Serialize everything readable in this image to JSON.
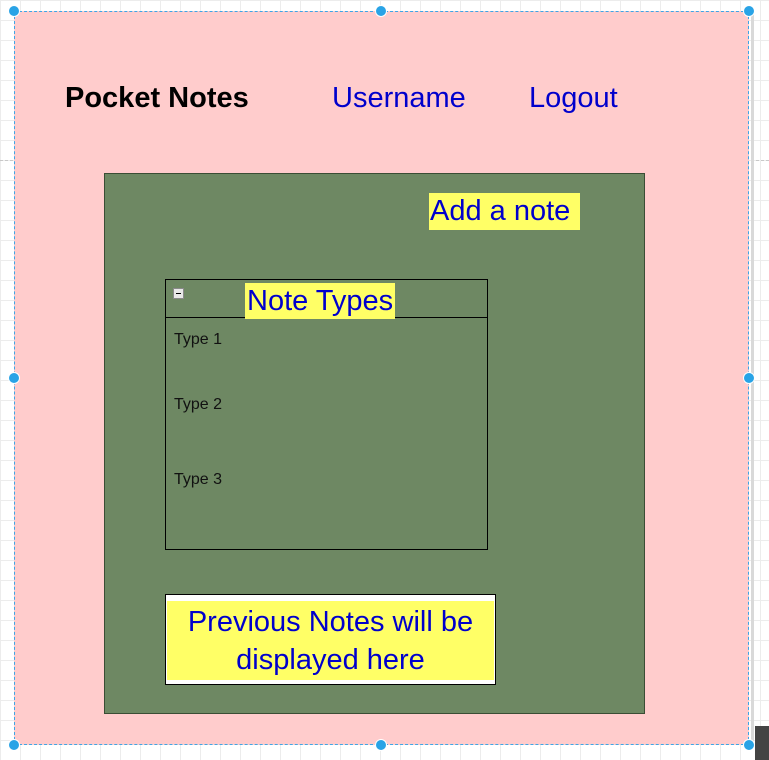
{
  "header": {
    "app_title": "Pocket Notes",
    "username_link": "Username",
    "logout_link": "Logout"
  },
  "main": {
    "add_note_label": "Add a note",
    "note_types": {
      "title": "Note Types",
      "items": [
        "Type 1",
        "Type 2",
        "Type 3"
      ]
    },
    "previous_notes_text": "Previous Notes will be displayed here"
  },
  "colors": {
    "frame_background": "#ffcccc",
    "panel_background": "#6e8863",
    "highlight": "#ffff66",
    "link": "#0000cc",
    "selection_handle": "#29a3e6"
  },
  "icons": {
    "collapse": "minus-square-icon",
    "selection_handles": "circle-handle-icon"
  }
}
